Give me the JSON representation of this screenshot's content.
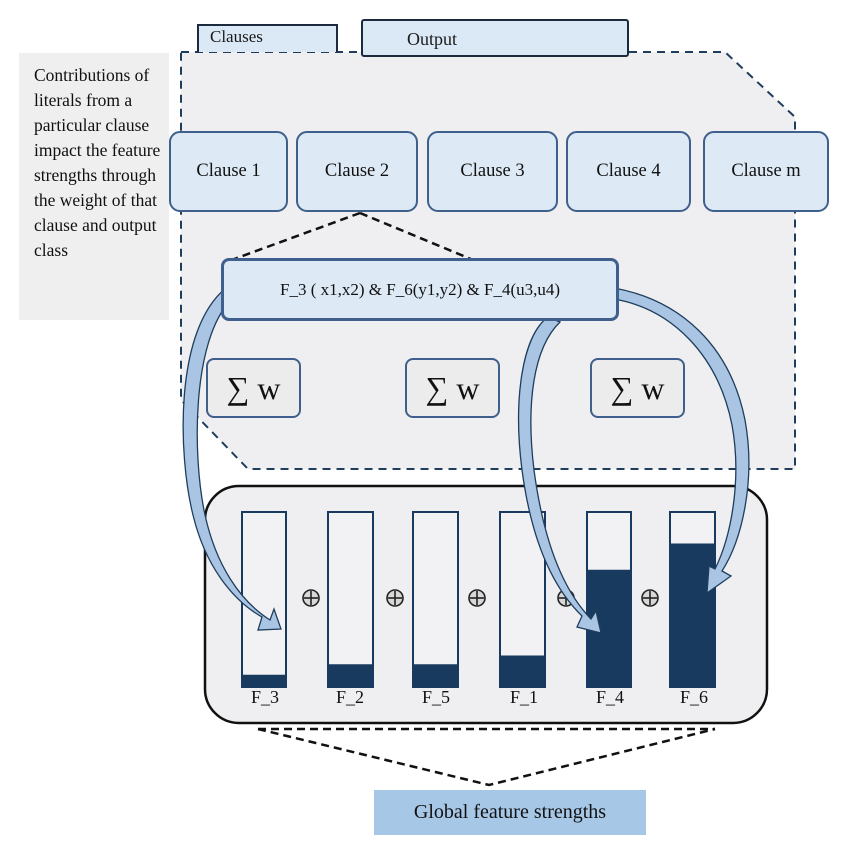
{
  "tabs": {
    "clauses": "Clauses",
    "output": "Output"
  },
  "note": "Contributions of literals from a particular clause impact the feature strengths through the weight of that clause and output class",
  "clauses": [
    "Clause 1",
    "Clause 2",
    "Clause 3",
    "Clause 4",
    "Clause m"
  ],
  "formula": "F_3 ( x1,x2) & F_6(y1,y2) & F_4(u3,u4)",
  "sum_symbol": "∑ w",
  "plus_symbol": "⊕",
  "features": [
    {
      "label": "F_3",
      "strength": 0.07
    },
    {
      "label": "F_2",
      "strength": 0.13
    },
    {
      "label": "F_5",
      "strength": 0.13
    },
    {
      "label": "F_1",
      "strength": 0.18
    },
    {
      "label": "F_4",
      "strength": 0.67
    },
    {
      "label": "F_6",
      "strength": 0.82
    }
  ],
  "global_label": "Global feature strengths",
  "colors": {
    "fill": "#173a5e",
    "box_fill": "#dde9f5",
    "box_stroke": "#3f5f8c",
    "dash": "#1f3d5c",
    "arrow": "#a9c5e3",
    "global_bg": "#a7c7e7"
  }
}
